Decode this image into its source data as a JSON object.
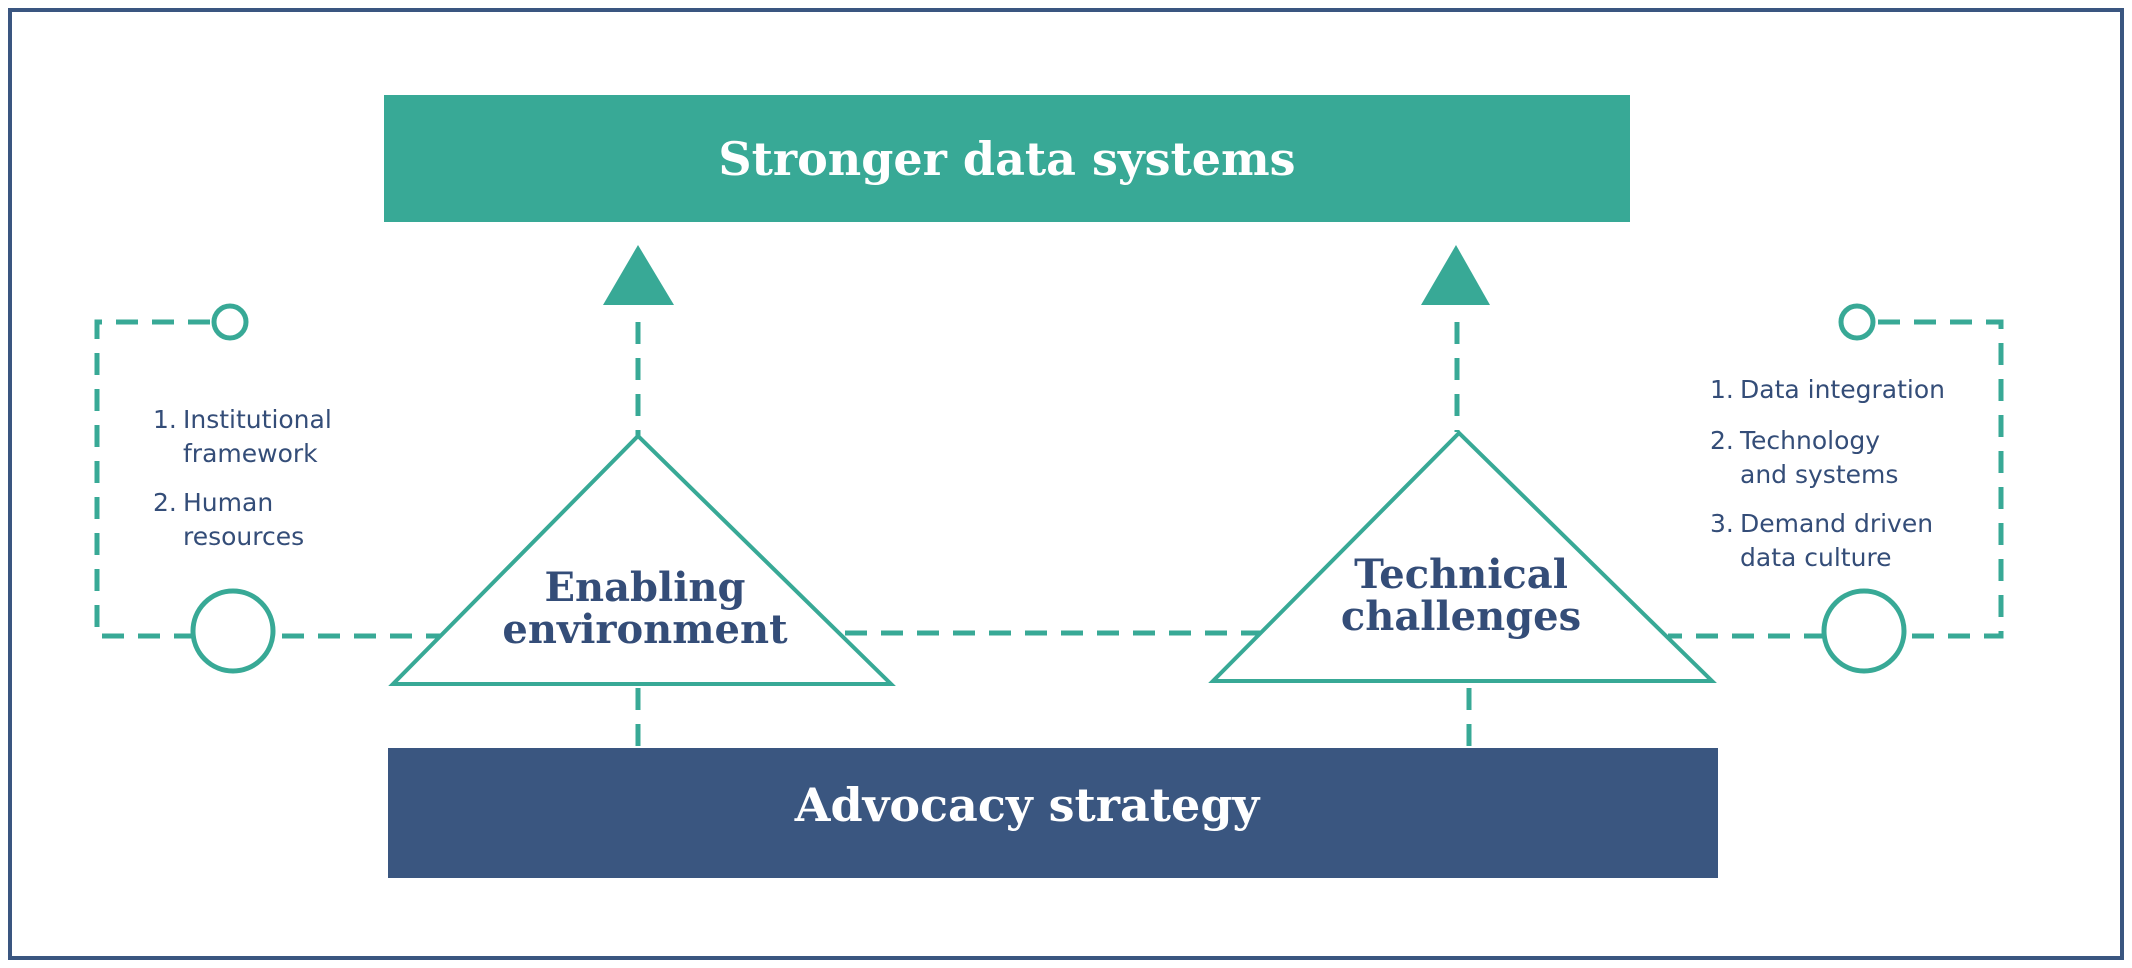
{
  "colors": {
    "teal": "#38a996",
    "navy": "#3a5680",
    "text_dark": "#344d78",
    "white": "#ffffff"
  },
  "top_box": {
    "label": "Stronger data systems"
  },
  "bottom_box": {
    "label": "Advocacy strategy"
  },
  "left_triangle": {
    "line1": "Enabling",
    "line2": "environment"
  },
  "right_triangle": {
    "line1": "Technical",
    "line2": "challenges"
  },
  "left_list": {
    "item1_num": "1.",
    "item1_line1": "Institutional",
    "item1_line2": "framework",
    "item2_num": "2.",
    "item2_line1": "Human",
    "item2_line2": "resources"
  },
  "right_list": {
    "item1_num": "1.",
    "item1_line1": "Data integration",
    "item2_num": "2.",
    "item2_line1": "Technology",
    "item2_line2": "and systems",
    "item3_num": "3.",
    "item3_line1": "Demand driven",
    "item3_line2": "data culture"
  }
}
